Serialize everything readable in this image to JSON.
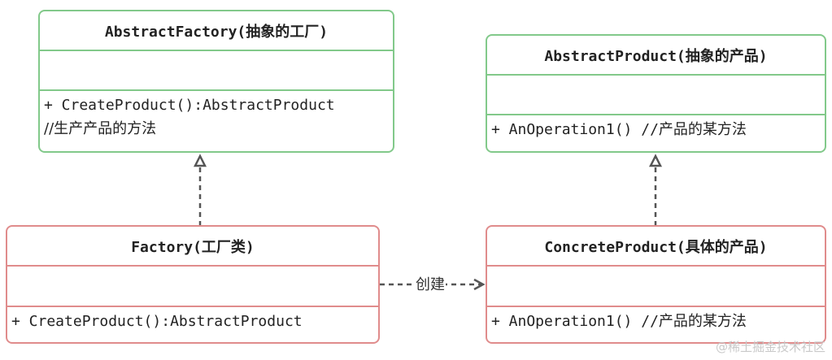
{
  "abstract_factory": {
    "title": "AbstractFactory(抽象的工厂)",
    "ops": [
      "+ CreateProduct():AbstractProduct",
      "//生产产品的方法"
    ]
  },
  "abstract_product": {
    "title": "AbstractProduct(抽象的产品)",
    "ops": [
      "+ AnOperation1() //产品的某方法"
    ]
  },
  "factory": {
    "title": "Factory(工厂类)",
    "ops": [
      "+ CreateProduct():AbstractProduct"
    ]
  },
  "concrete_product": {
    "title": "ConcreteProduct(具体的产品)",
    "ops": [
      "+ AnOperation1() //产品的某方法"
    ]
  },
  "create_edge_label": "创建",
  "watermark": "@稀土掘金技术社区",
  "colors": {
    "abstract_border": "#82c98a",
    "concrete_border": "#e08c8c",
    "arrow": "#555555"
  }
}
